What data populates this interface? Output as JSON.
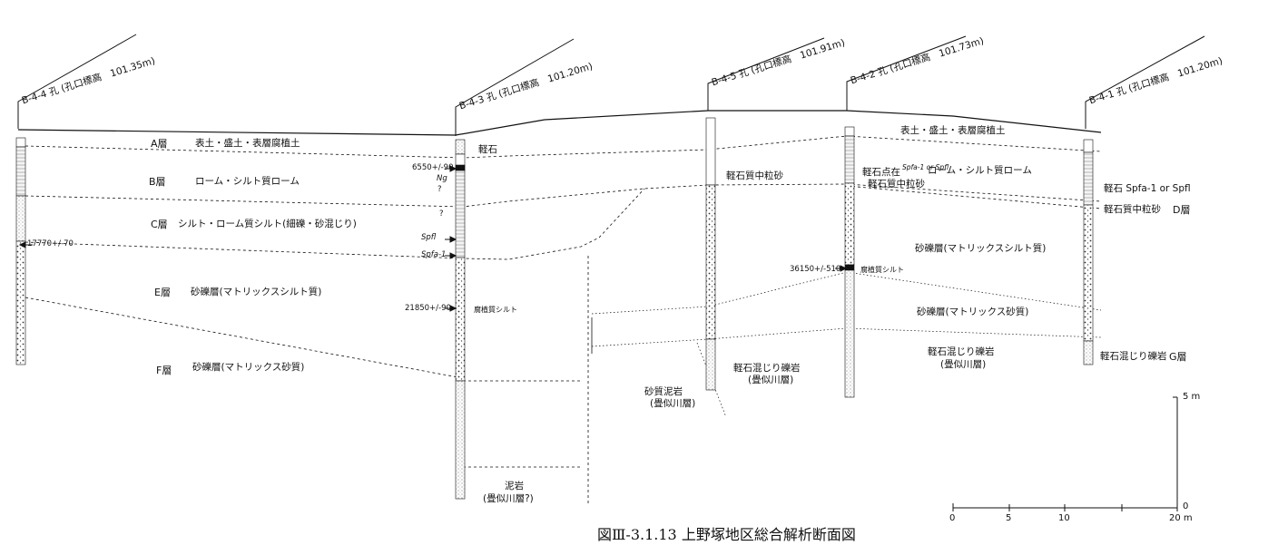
{
  "boreholes": [
    {
      "id": "B-4-4",
      "label": "B-4-4 孔 (孔口標高　101.35m)"
    },
    {
      "id": "B-4-3",
      "label": "B-4-3 孔 (孔口標高　101.20m)"
    },
    {
      "id": "B-4-5",
      "label": "B-4-5 孔 (孔口標高　101.91m)"
    },
    {
      "id": "B-4-2",
      "label": "B-4-2 孔 (孔口標高　101.73m)"
    },
    {
      "id": "B-4-1",
      "label": "B-4-1 孔 (孔口標高　101.20m)"
    }
  ],
  "layers_left": [
    {
      "unit": "A層",
      "desc": "表土・盛土・表層腐植土"
    },
    {
      "unit": "B層",
      "desc": "ローム・シルト質ローム"
    },
    {
      "unit": "C層",
      "desc": "シルト・ローム質シルト(細礫・砂混じり)"
    },
    {
      "unit": "E層",
      "desc": "砂礫層(マトリックスシルト質)"
    },
    {
      "unit": "F層",
      "desc": "砂礫層(マトリックス砂質)"
    }
  ],
  "layers_right": {
    "topsoil": "表土・盛土・表層腐植土",
    "loam": "ローム・シルト質ローム",
    "d_label": "軽石質中粒砂",
    "d_unit": "D層",
    "gravel_silt": "砂礫層(マトリックスシルト質)",
    "gravel_sand": "砂礫層(マトリックス砂質)",
    "pumice_cong_a": "軽石混じり礫岩",
    "pumice_cong_b": "(畳似川層)",
    "g_label": "軽石混じり礫岩",
    "g_unit": "G層"
  },
  "annotations": {
    "pumice_b43": "軽石",
    "date_6560": "6550+/-90",
    "ng": "Ng",
    "q1": "?",
    "q2": "?",
    "spfl_b43": "Spfl",
    "spfa_b43": "Spfa-1",
    "date_17770": "17770+/-70",
    "date_21850": "21850+/-90",
    "humic_silt_b43": "腐植質シルト",
    "b45_sand": "軽石質中粒砂",
    "b42_pumice_spots": "軽石点在",
    "b42_spfa": "Spfa-1 or Spfl",
    "b42_sand": "軽石質中粒砂",
    "date_36150": "36150+/-510",
    "humic_silt_b42": "腐植質シルト",
    "b41_pumice": "軽石 Spfa-1 or Spfl",
    "sandy_mud_a": "砂質泥岩",
    "sandy_mud_b": "(畳似川層)",
    "b45_cong_a": "軽石混じり礫岩",
    "b45_cong_b": "(畳似川層)",
    "mudstone_a": "泥岩",
    "mudstone_b": "(畳似川層?)"
  },
  "scale": {
    "vertical_label": "5 m",
    "vertical_zero": "0",
    "horizontal_ticks": [
      "0",
      "5",
      "10",
      "20 m"
    ]
  },
  "caption": "図Ⅲ-3.1.13 上野塚地区総合解析断面図"
}
